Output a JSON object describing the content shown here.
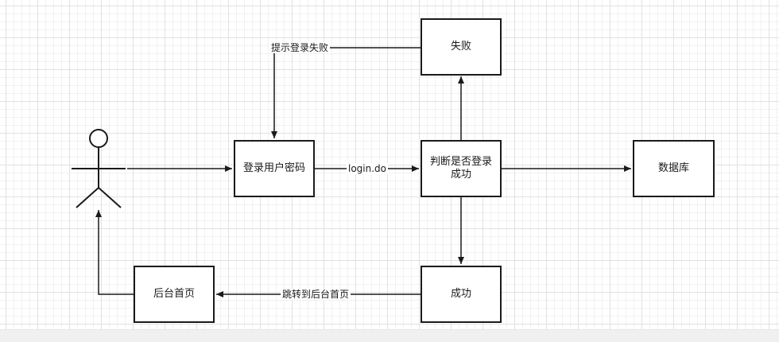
{
  "nodes": {
    "actor": {
      "label": ""
    },
    "login_form": {
      "label": "登录用户密码"
    },
    "judge": {
      "label": "判断是否登录成功"
    },
    "fail": {
      "label": "失败"
    },
    "success": {
      "label": "成功"
    },
    "database": {
      "label": "数据库"
    },
    "admin_home": {
      "label": "后台首页"
    }
  },
  "edges": {
    "prompt_fail": {
      "label": "提示登录失败"
    },
    "login_do": {
      "label": "login.do"
    },
    "jump_admin": {
      "label": "跳转到后台首页"
    }
  }
}
